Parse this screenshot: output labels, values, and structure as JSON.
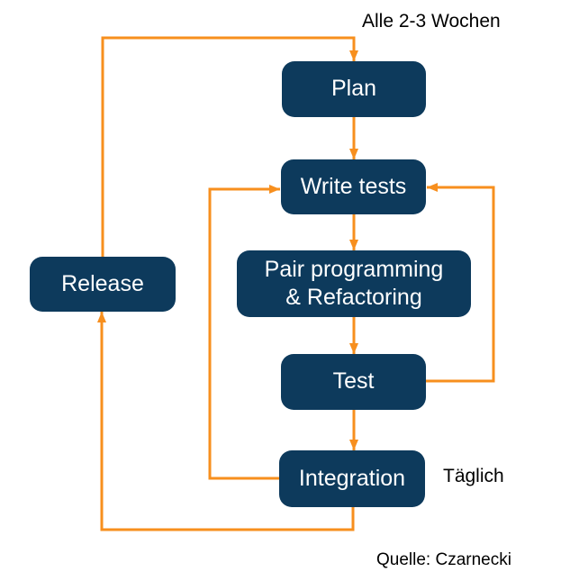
{
  "colors": {
    "box_fill": "#0d3a5c",
    "arrow_color": "#f78f1e",
    "node_text": "#ffffff",
    "label_text": "#000000"
  },
  "nodes": {
    "plan": {
      "label": "Plan"
    },
    "write_tests": {
      "label": "Write tests"
    },
    "pair": {
      "lines": [
        "Pair programming",
        "& Refactoring"
      ]
    },
    "test": {
      "label": "Test"
    },
    "integration": {
      "label": "Integration"
    },
    "release": {
      "label": "Release"
    }
  },
  "annotations": {
    "cycle": "Alle 2-3 Wochen",
    "daily": "Täglich",
    "source": "Quelle: Czarnecki"
  }
}
